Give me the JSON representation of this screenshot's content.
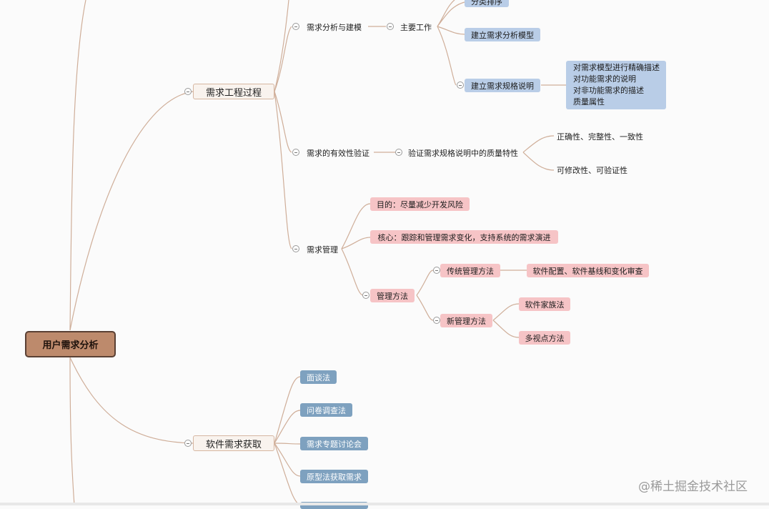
{
  "mindmap": {
    "root": "用户需求分析",
    "branches": {
      "process": "需求工程过程",
      "acquisition": "软件需求获取"
    },
    "process": {
      "analysis_modeling": "需求分析与建模",
      "main_work": "主要工作",
      "sort_priority": "分类排序",
      "build_model": "建立需求分析模型",
      "build_spec": "建立需求规格说明",
      "spec_details": [
        "对需求模型进行精确描述",
        "对功能需求的说明",
        "对非功能需求的描述",
        "质量属性"
      ],
      "validation": "需求的有效性验证",
      "verify_quality": "验证需求规格说明中的质量特性",
      "correctness": "正确性、完整性、一致性",
      "modifiability": "可修改性、可验证性",
      "management": "需求管理",
      "goal": "目的：尽量减少开发风险",
      "core": "核心：跟踪和管理需求变化，支持系统的需求演进",
      "methods": "管理方法",
      "traditional": "传统管理方法",
      "traditional_detail": "软件配置、软件基线和变化审查",
      "new_method": "新管理方法",
      "family": "软件家族法",
      "multiview": "多视点方法"
    },
    "acquisition": {
      "items": [
        "面谈法",
        "问卷调查法",
        "需求专题讨论会",
        "原型法获取需求"
      ]
    }
  },
  "watermark": "@稀土掘金技术社区",
  "colors": {
    "root_fill": "#bd8a6c",
    "root_border": "#5a4034",
    "branch_fill": "#f9f3ee",
    "link": "#cfae99",
    "blue": "#b9cde7",
    "pink": "#f6c4c6",
    "steel": "#7ea1bf"
  }
}
